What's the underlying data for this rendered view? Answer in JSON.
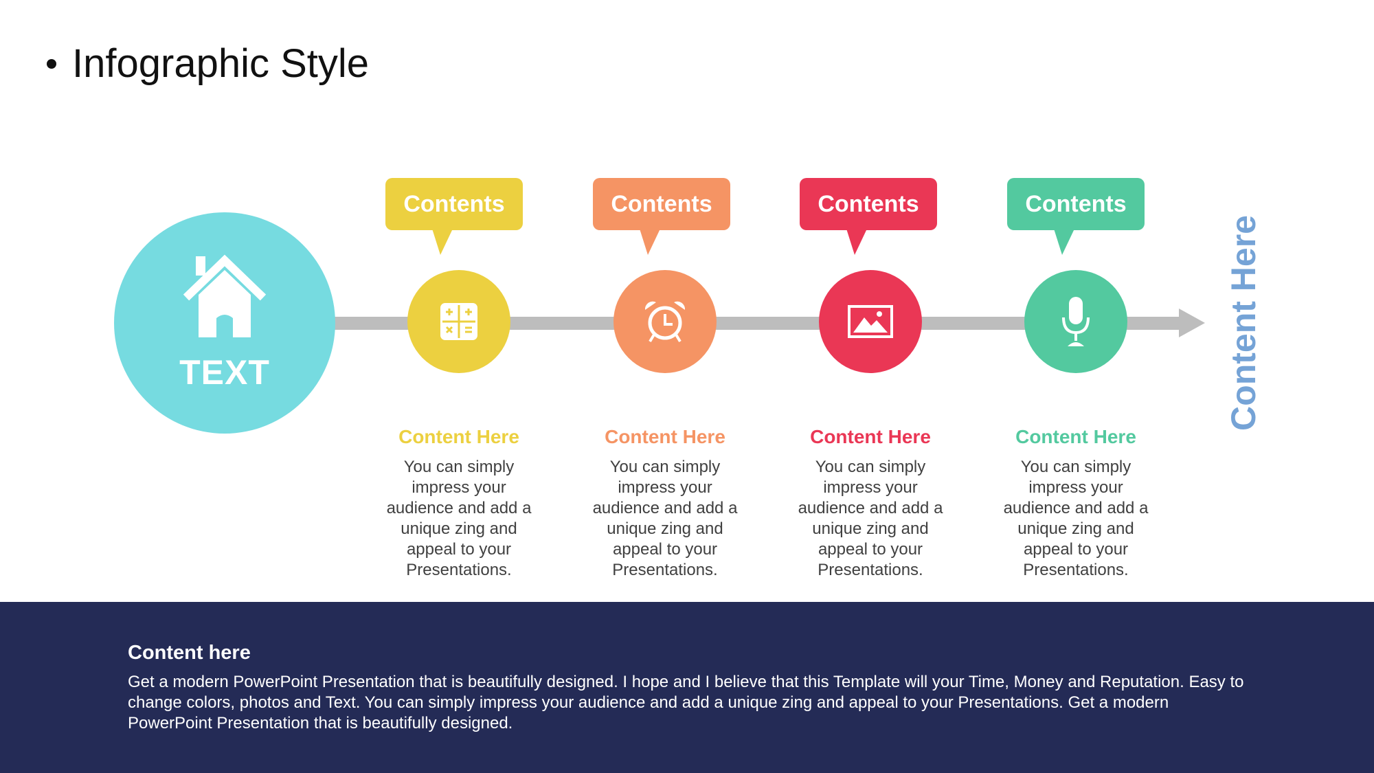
{
  "slide": {
    "title": "Infographic Style"
  },
  "hub": {
    "label": "TEXT",
    "color": "#76dbe0",
    "icon": "home-icon"
  },
  "track": {
    "color": "#bdbdbd"
  },
  "steps": [
    {
      "callout": "Contents",
      "heading": "Content Here",
      "description": "You can simply impress your audience and add a unique zing and appeal to your Presentations.",
      "color": "#ecd040",
      "icon": "calculator-icon"
    },
    {
      "callout": "Contents",
      "heading": "Content Here",
      "description": "You can simply impress your audience and add a unique zing and appeal to your Presentations.",
      "color": "#f59464",
      "icon": "alarm-clock-icon"
    },
    {
      "callout": "Contents",
      "heading": "Content Here",
      "description": "You can simply impress your audience and add a unique zing and appeal to your Presentations.",
      "color": "#ea3755",
      "icon": "image-icon"
    },
    {
      "callout": "Contents",
      "heading": "Content Here",
      "description": "You can simply impress your audience and add a unique zing and appeal to your Presentations.",
      "color": "#53c99f",
      "icon": "microphone-icon"
    }
  ],
  "side_label": {
    "text": "Content Here",
    "color": "#75a3d6"
  },
  "footer": {
    "title": "Content here",
    "text": "Get a modern PowerPoint  Presentation that is beautifully designed. I hope and I believe that this Template will your Time, Money and Reputation. Easy to change colors, photos and Text. You can simply impress your audience and add a unique zing and appeal to your Presentations. Get a modern PowerPoint  Presentation that is beautifully designed.",
    "background": "#242b56"
  }
}
